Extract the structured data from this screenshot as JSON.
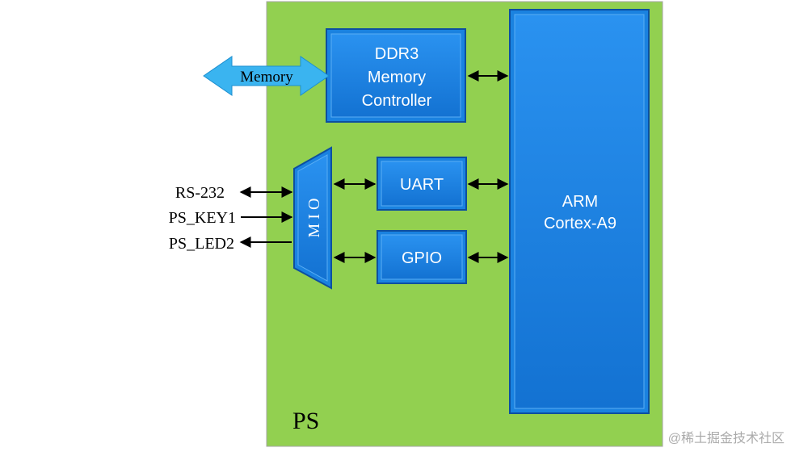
{
  "diagram": {
    "ps_label": "PS",
    "ddr3": {
      "line1": "DDR3",
      "line2": "Memory",
      "line3": "Controller"
    },
    "arm": {
      "line1": "ARM",
      "line2": "Cortex-A9"
    },
    "uart": "UART",
    "gpio": "GPIO",
    "mio": "M I O",
    "memory_arrow": "Memory",
    "external_signals": [
      "RS-232",
      "PS_KEY1",
      "PS_LED2"
    ]
  },
  "watermark": "@稀土掘金技术社区",
  "colors": {
    "ps_fill": "#92d050",
    "block_fill": "#1a82e0",
    "block_border": "#0d4fa0",
    "memory_arrow": "#3ab4f0",
    "text_white": "#ffffff",
    "text_dark": "#000000"
  }
}
